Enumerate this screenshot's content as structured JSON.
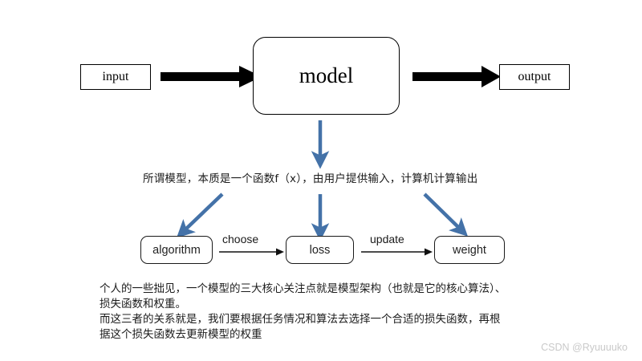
{
  "diagram": {
    "nodes": {
      "input": "input",
      "model": "model",
      "output": "output",
      "algorithm": "algorithm",
      "loss": "loss",
      "weight": "weight"
    },
    "edge_labels": {
      "choose": "choose",
      "update": "update"
    },
    "colors": {
      "black_arrow": "#000000",
      "blue_arrow": "#4472A8",
      "box_border": "#000000",
      "text": "#1c1c1c",
      "watermark": "#c9c9c9"
    }
  },
  "captions": {
    "function_note": "所谓模型，本质是一个函数f（x），由用户提供输入，计算机计算输出",
    "notes": [
      "个人的一些拙见，一个模型的三大核心关注点就是模型架构（也就是它的核心算法）、",
      "损失函数和权重。",
      "而这三者的关系就是，我们要根据任务情况和算法去选择一个合适的损失函数，再根",
      "据这个损失函数去更新模型的权重"
    ]
  },
  "watermark": {
    "text": "CSDN @Ryuuuuko"
  }
}
